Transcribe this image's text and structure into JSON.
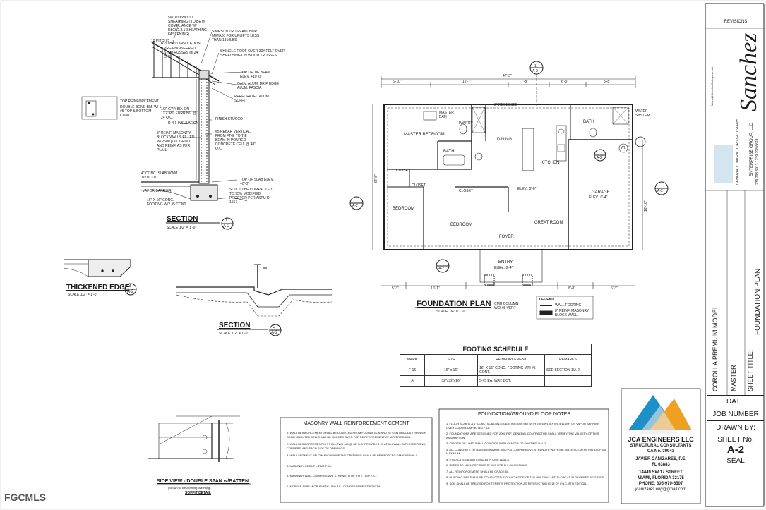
{
  "revisions_label": "REVISIONS",
  "company_name": "Sanchez",
  "company_sub": "ENTERPRISE GROUP, LLC",
  "company_email": "Miami@SanchezEnterprise.net",
  "contractor_label": "GENERAL CONTRACTOR CGC 1514485",
  "contractor_phone": "239 298 6913 / 239 298 6693",
  "project_name": "COROLLA PREMIUM MODEL",
  "project_sub": "MASTER",
  "sheet_title_label": "SHEET TITLE:",
  "sheet_title": "FOUNDATION PLAN",
  "date_label": "DATE",
  "job_number_label": "JOB NUMBER",
  "drawn_by_label": "DRAWN BY:",
  "sheet_no_label": "SHEET No.",
  "sheet_no": "A-2",
  "seal_label": "SEAL",
  "engineer": {
    "firm": "JCA ENGINEERS LLC",
    "type": "STRUCTURAL CONSULTANTS",
    "ca": "CA No. 30943",
    "name": "JAVIER CANIZARES, P.E.",
    "fl": "FL 63883",
    "address1": "14449 SW 17 STREET",
    "address2": "MIAMI, FLORIDA 33175",
    "phone": "PHONE: 305-979-6507",
    "email": "jcanizares.eng@gmail.com"
  },
  "section1": {
    "title": "SECTION",
    "scale": "SCALE 1/2\" = 1'-0\"",
    "num": "1",
    "sheet": "A-2"
  },
  "section2": {
    "title": "SECTION",
    "scale": "SCALE 1/2\" = 1'-0\"",
    "num": "2",
    "sheet": "A-2"
  },
  "thickened": {
    "title": "THICKENED EDGE",
    "scale": "SCALE 1/2\" = 1'-0\"",
    "num": "3",
    "sheet": "A-2"
  },
  "plan": {
    "title": "FOUNDATION PLAN",
    "scale": "SCALE 1/4\" = 1'-0\""
  },
  "rooms": {
    "master_bedroom": "MASTER BEDROOM",
    "master_bath": "MASTER BATH",
    "bath": "BATH",
    "bath2": "BATH",
    "pantry": "PANTRY",
    "dining": "DINING",
    "kitchen": "KITCHEN",
    "closet": "CLOSET",
    "closet2": "CLOSET",
    "closet3": "CLOSET",
    "bedroom": "BEDROOM",
    "bedroom2": "BEDROOM",
    "great_room": "GREAT ROOM",
    "foyer": "FOYER",
    "garage": "GARAGE",
    "garage_elev": "ELEV.: 0'-4\"",
    "elev_main": "ELEV.: 0'-0\"",
    "entry": "ENTRY",
    "entry_elev": "ELEV.: 0'-4\"",
    "water_system": "WATER SYSTEM",
    "wh": "WH",
    "recessed": "2\" RECESSED"
  },
  "dims": {
    "overall_top": "47'-3\"",
    "d1": "5'-10\"",
    "d2": "12'-7\"",
    "d3": "7'-8\"",
    "d4": "6'-3\"",
    "d5": "5'-8\"",
    "left": "32'-6\"",
    "right": "16'-10\"",
    "b1": "5'-3\"",
    "b2": "10'-1\"",
    "b3": "8'-8\"",
    "b4": "6'-3\""
  },
  "legend": {
    "title": "LEGEND",
    "item1": "WALL FOOTING",
    "item2": "8\" REINF. MASONRY BLOCK WALL"
  },
  "cmu_note": "CMU COLUMN W/2-#5 VERT",
  "footing_schedule": {
    "title": "FOOTING SCHEDULE",
    "headers": [
      "MARK",
      "SIZE",
      "REINFORCEMENT",
      "REMARKS"
    ],
    "rows": [
      [
        "F-16",
        "16\" x 16\"",
        "16\" X 16\" CONC. FOOTING W/2 #5 CONT.",
        "SEE SECTION 1/A-2"
      ],
      [
        "A",
        "32\"x32\"x16\"",
        "5-#5 EA. WAY, BOT.",
        ""
      ]
    ]
  },
  "masonry": {
    "title": "MASONRY WALL REINFORCEMENT CEMENT",
    "notes": [
      "1. WALL REINFORCEMENT SHALL BE DOWELED FROM FOUNDATION AND BE CONTINUOUS THROUGH SOLID GROUTED CELLS AND BE HOOKED OVER TOP REINFORCEMENT OF UPPER BEAMS.",
      "2. WALL REINFORCEMENT IS 5 FOLLOWS : #5 @ 48\" O.C. PROVIDE 1 #5 AT ALL WALL INTERSECTIONS, CORNERS, AND EACH SIDE OF OPENINGS.",
      "3. WALL SEGMENT BELOW AND ABOVE THE OPENINGS SHALL BE REINFORCED SAME AS WALL.",
      "4. MASONRY GROUT = 2500 P.S.I.",
      "5. MASONRY WALL COMPRESSIVE STRENGTH OF F'm = 1500 P.S.I.",
      "6. MORTAR TYPE M OR S WITH 1900 P.S.I COMPRESSIVE STRENGTH."
    ]
  },
  "foundation_notes": {
    "title": "FOUNDATION/GROUND FLOOR NOTES",
    "notes": [
      "1. FLOOR SLAB IS A 4\" CONC. SLAB-ON-GRADE (f'c=3000 psi) WITH 6 X 6 W1.4 X W1.4 W.W.F. ON VAPOR BARRIER OVER CLEAN COMPACTED FILL.",
      "2. FOUNDATIONS ARE DESIGNED FOR 2000 PSF. GENERAL CONTRACTOR SHALL VERIFY THE VALIDITY OF THIS ASSUMPTION.",
      "3. CENTER OF LOAD SHALL COINCIDE WITH CENTER OF FOOTING U.N.O.",
      "4. ALL CONCRETE TO HAVE A MINIMUM 3000 PSI COMPRESSIVE STRENGTH WITH THE WATER/CEMENT RATIO OF 0.5 MAXIMUM.",
      "5. # INDICATES ADDITIONAL #5 IN CMU WALLS.",
      "6. REFER TO ARCHITECTURE PLANS FOR ALL DIMENSIONS.",
      "7. ALL REINFORCEMENT SHALL BE GRADE 60.",
      "8. BUILDING PAD SHALL BE COMPACTED 5'-0\" EACH SIDE OF THE BUILDING AND SLOPE AT 30 DEGREES TO GRADE.",
      "9. SOIL SHALL BE TREATED FOR TERMITE PROTECTION AS PER SECTION R318 OF F.B.C. 8TH EDITION."
    ]
  },
  "side_view": {
    "title": "SIDE VIEW - DOUBLE SPAN w/BATTEN",
    "sub": "(Shown w/ tiles/framing overhang)",
    "soffit": "SOFFIT DETAIL"
  },
  "watermark": "FGCMLS",
  "section_notes": {
    "plywood": "5/8\" PLYWOOD SHEATHING (TO BE IN COMPLIANCE W/ R803.2.3.1-SHEATHING FASTENING)",
    "simpson": "SIMPSON TRUSS ANCHOR META20 FOR UPLIFTS LESS THAN 1810LBS",
    "batt": "R-30 BATT INSULATION",
    "truss": "PRE-ENGINEERED STD TRUSSES @ 24\" O.C.",
    "shingle": "SHINGLE ROOF OVER 30# FELT OVER SHEATHING ON WOOD TRUSSES.",
    "top_beam": "TOP OF TIE BEAM ELEV. +10'-0\"",
    "drip": "GALV. ALUM. DRIP EDGE ALUM. FASCIA",
    "soffit": "PERFORATED ALUM. SOFFIT",
    "stucco": "FINISH STUCCO",
    "furring": "1/2\" GYP. BD. ON 1X2\" PT. FURRING @ 24 O.C.",
    "insulation": "R-4.1 INSULATION",
    "block": "8\" REINF. MASONRY BLOCK WALLS FILLED W/ 2500 p.s.i. GROUT AND REINF. AS PER PLAN.",
    "rebar": "#5 REBAR VERTICAL FROM FTG. TO TIE BEAM IN POURED CONCRETE CELL @ 48\" O.C.",
    "slab": "4\" CONC. SLAB WWM 10/10 X10",
    "vapor": "VAPOR BARRIER",
    "soil": "SOIL TO BE COMPACTED TO 95% MODIFIED PROCTOR PER ASTM D 1557",
    "footing": "16\" X 16\" CONC. FOOTING W/2 #5 CONT.",
    "top_slab": "TOP OF SLAB ELEV. +0'-0\"",
    "top_reinf": "TOP REINFORCEMENT",
    "double_bond": "DOUBLE BOND BM. W/ 1-#5 TOP & BOTTOM CONT.",
    "pitch": "12 PITCH 5"
  }
}
